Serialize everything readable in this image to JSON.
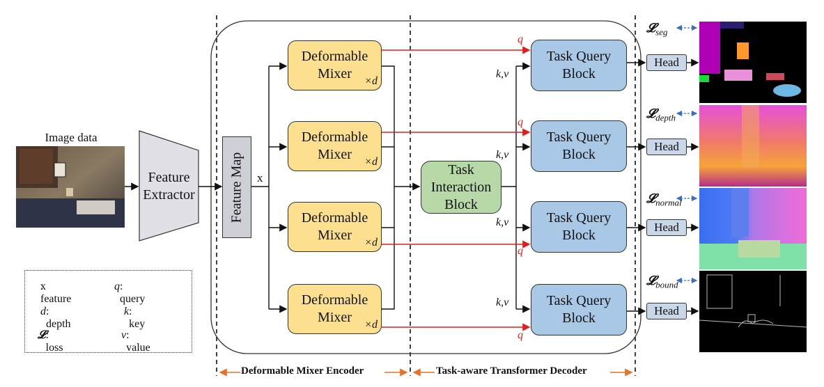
{
  "input": {
    "caption": "Image data"
  },
  "feature_extractor": {
    "label_line1": "Feature",
    "label_line2": "Extractor"
  },
  "feature_map": {
    "label": "Feature Map"
  },
  "feature_var": "x",
  "mixers": [
    {
      "line1": "Deformable",
      "line2": "Mixer",
      "repeat": "×d"
    },
    {
      "line1": "Deformable",
      "line2": "Mixer",
      "repeat": "×d"
    },
    {
      "line1": "Deformable",
      "line2": "Mixer",
      "repeat": "×d"
    },
    {
      "line1": "Deformable",
      "line2": "Mixer",
      "repeat": "×d"
    }
  ],
  "task_interaction": {
    "line1": "Task",
    "line2": "Interaction",
    "line3": "Block"
  },
  "task_query_blocks": [
    {
      "line1": "Task Query",
      "line2": "Block",
      "q": "q",
      "kv": "k,v"
    },
    {
      "line1": "Task Query",
      "line2": "Block",
      "q": "q",
      "kv": "k,v"
    },
    {
      "line1": "Task Query",
      "line2": "Block",
      "q": "q",
      "kv": "k,v"
    },
    {
      "line1": "Task Query",
      "line2": "Block",
      "q": "q",
      "kv": "k,v"
    }
  ],
  "heads": [
    {
      "label": "Head",
      "loss_symbol": "𝓛",
      "loss_sub": "seg"
    },
    {
      "label": "Head",
      "loss_symbol": "𝓛",
      "loss_sub": "depth"
    },
    {
      "label": "Head",
      "loss_symbol": "𝓛",
      "loss_sub": "normal"
    },
    {
      "label": "Head",
      "loss_symbol": "𝓛",
      "loss_sub": "bound"
    }
  ],
  "legend": {
    "x_sym": "x",
    "x_desc": ": feature",
    "q_sym": "q",
    "q_desc": ": query",
    "d_sym": "d",
    "d_desc": ": depth",
    "k_sym": "k",
    "k_desc": ": key",
    "l_sym": "𝓛",
    "l_desc": ": loss",
    "v_sym": "v",
    "v_desc": ": value"
  },
  "sections": {
    "encoder": "Deformable Mixer Encoder",
    "decoder": "Task-aware Transformer Decoder"
  },
  "colors": {
    "mixer": "#fde08f",
    "task_query": "#a9c8e6",
    "task_interaction": "#b6d9a7",
    "head": "#c9d7e8",
    "feature_extractor": "#e1e0e6",
    "query_arrow": "#e01f1f",
    "section_arrow": "#e8722a",
    "loss_arrow": "#3b6fc4"
  }
}
